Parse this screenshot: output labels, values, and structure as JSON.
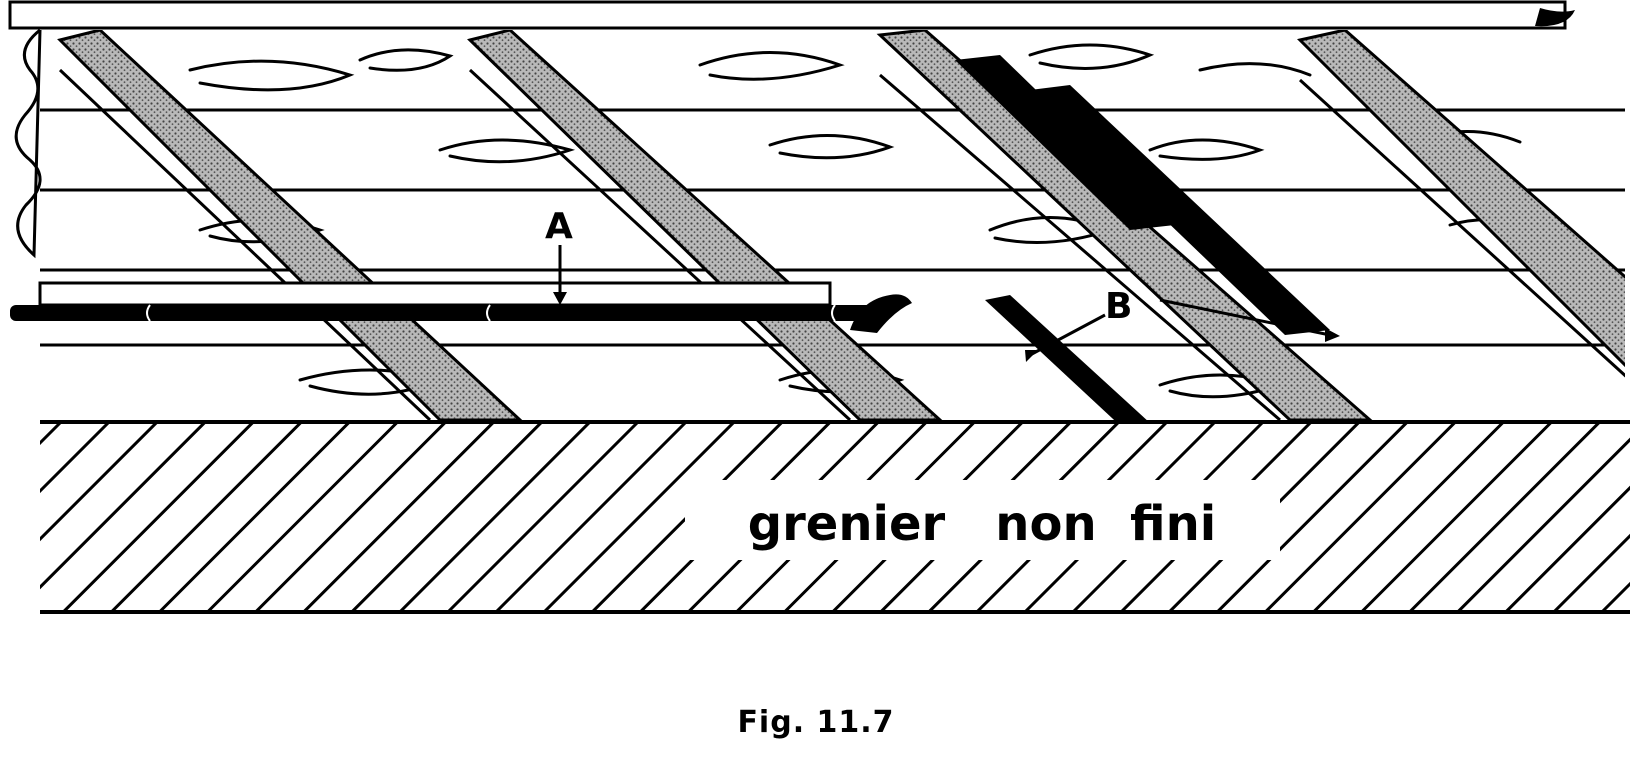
{
  "figure": {
    "labels": {
      "a": "A",
      "b": "B"
    },
    "region_label": "grenier   non  fini",
    "caption": "Fig.  11.7"
  },
  "colors": {
    "ink": "#000000",
    "paper": "#ffffff",
    "stipple": "#7a7a7a"
  }
}
